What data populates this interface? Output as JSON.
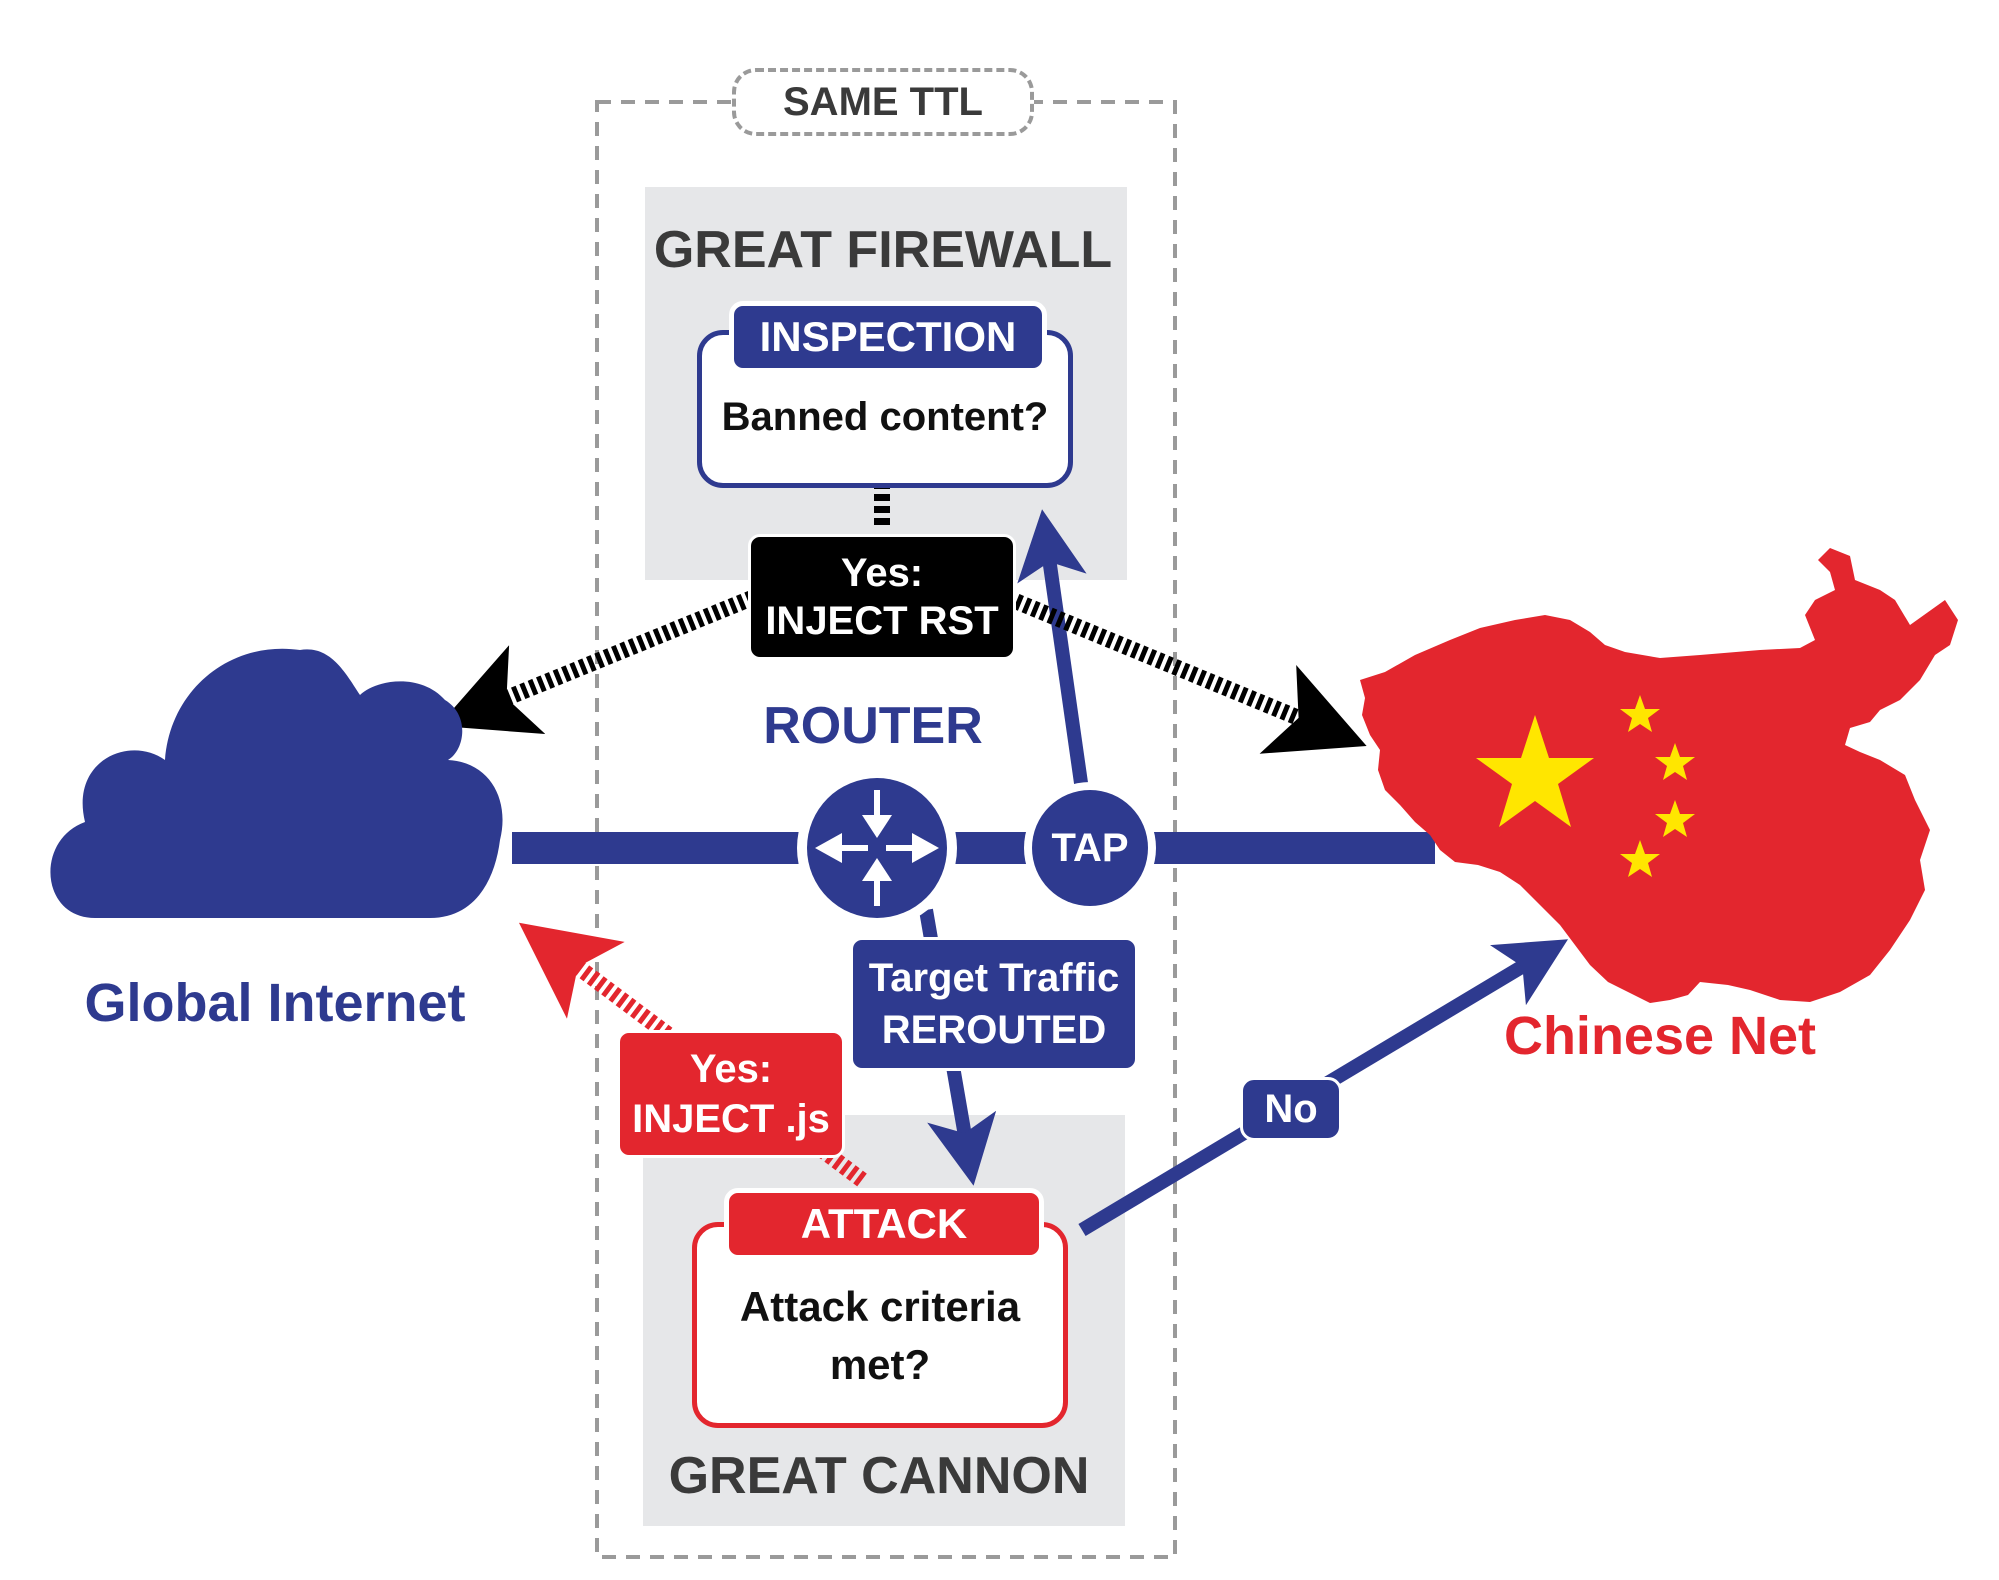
{
  "same_ttl": {
    "label": "SAME TTL"
  },
  "firewall": {
    "title": "GREAT FIREWALL",
    "inspection_header": "INSPECTION",
    "inspection_question": "Banned content?",
    "yes_line1": "Yes:",
    "yes_line2": "INJECT RST"
  },
  "router": {
    "label": "ROUTER"
  },
  "tap": {
    "label": "TAP"
  },
  "rerouted": {
    "line1": "Target Traffic",
    "line2": "REROUTED"
  },
  "cannon": {
    "title": "GREAT CANNON",
    "attack_header": "ATTACK",
    "attack_line1": "Attack criteria",
    "attack_line2": "met?",
    "yes_line1": "Yes:",
    "yes_line2": "INJECT .js",
    "no_label": "No"
  },
  "global_internet": {
    "label": "Global Internet"
  },
  "chinese_net": {
    "label": "Chinese Net"
  },
  "colors": {
    "navy": "#2e3a8f",
    "red": "#e3262e",
    "panel_gray": "#e6e7e9",
    "dark_text": "#3a3a3a",
    "black": "#000000",
    "star_yellow": "#ffe600"
  },
  "icons": [
    "cloud-icon",
    "china-map-icon",
    "router-icon",
    "tap-node-icon"
  ]
}
